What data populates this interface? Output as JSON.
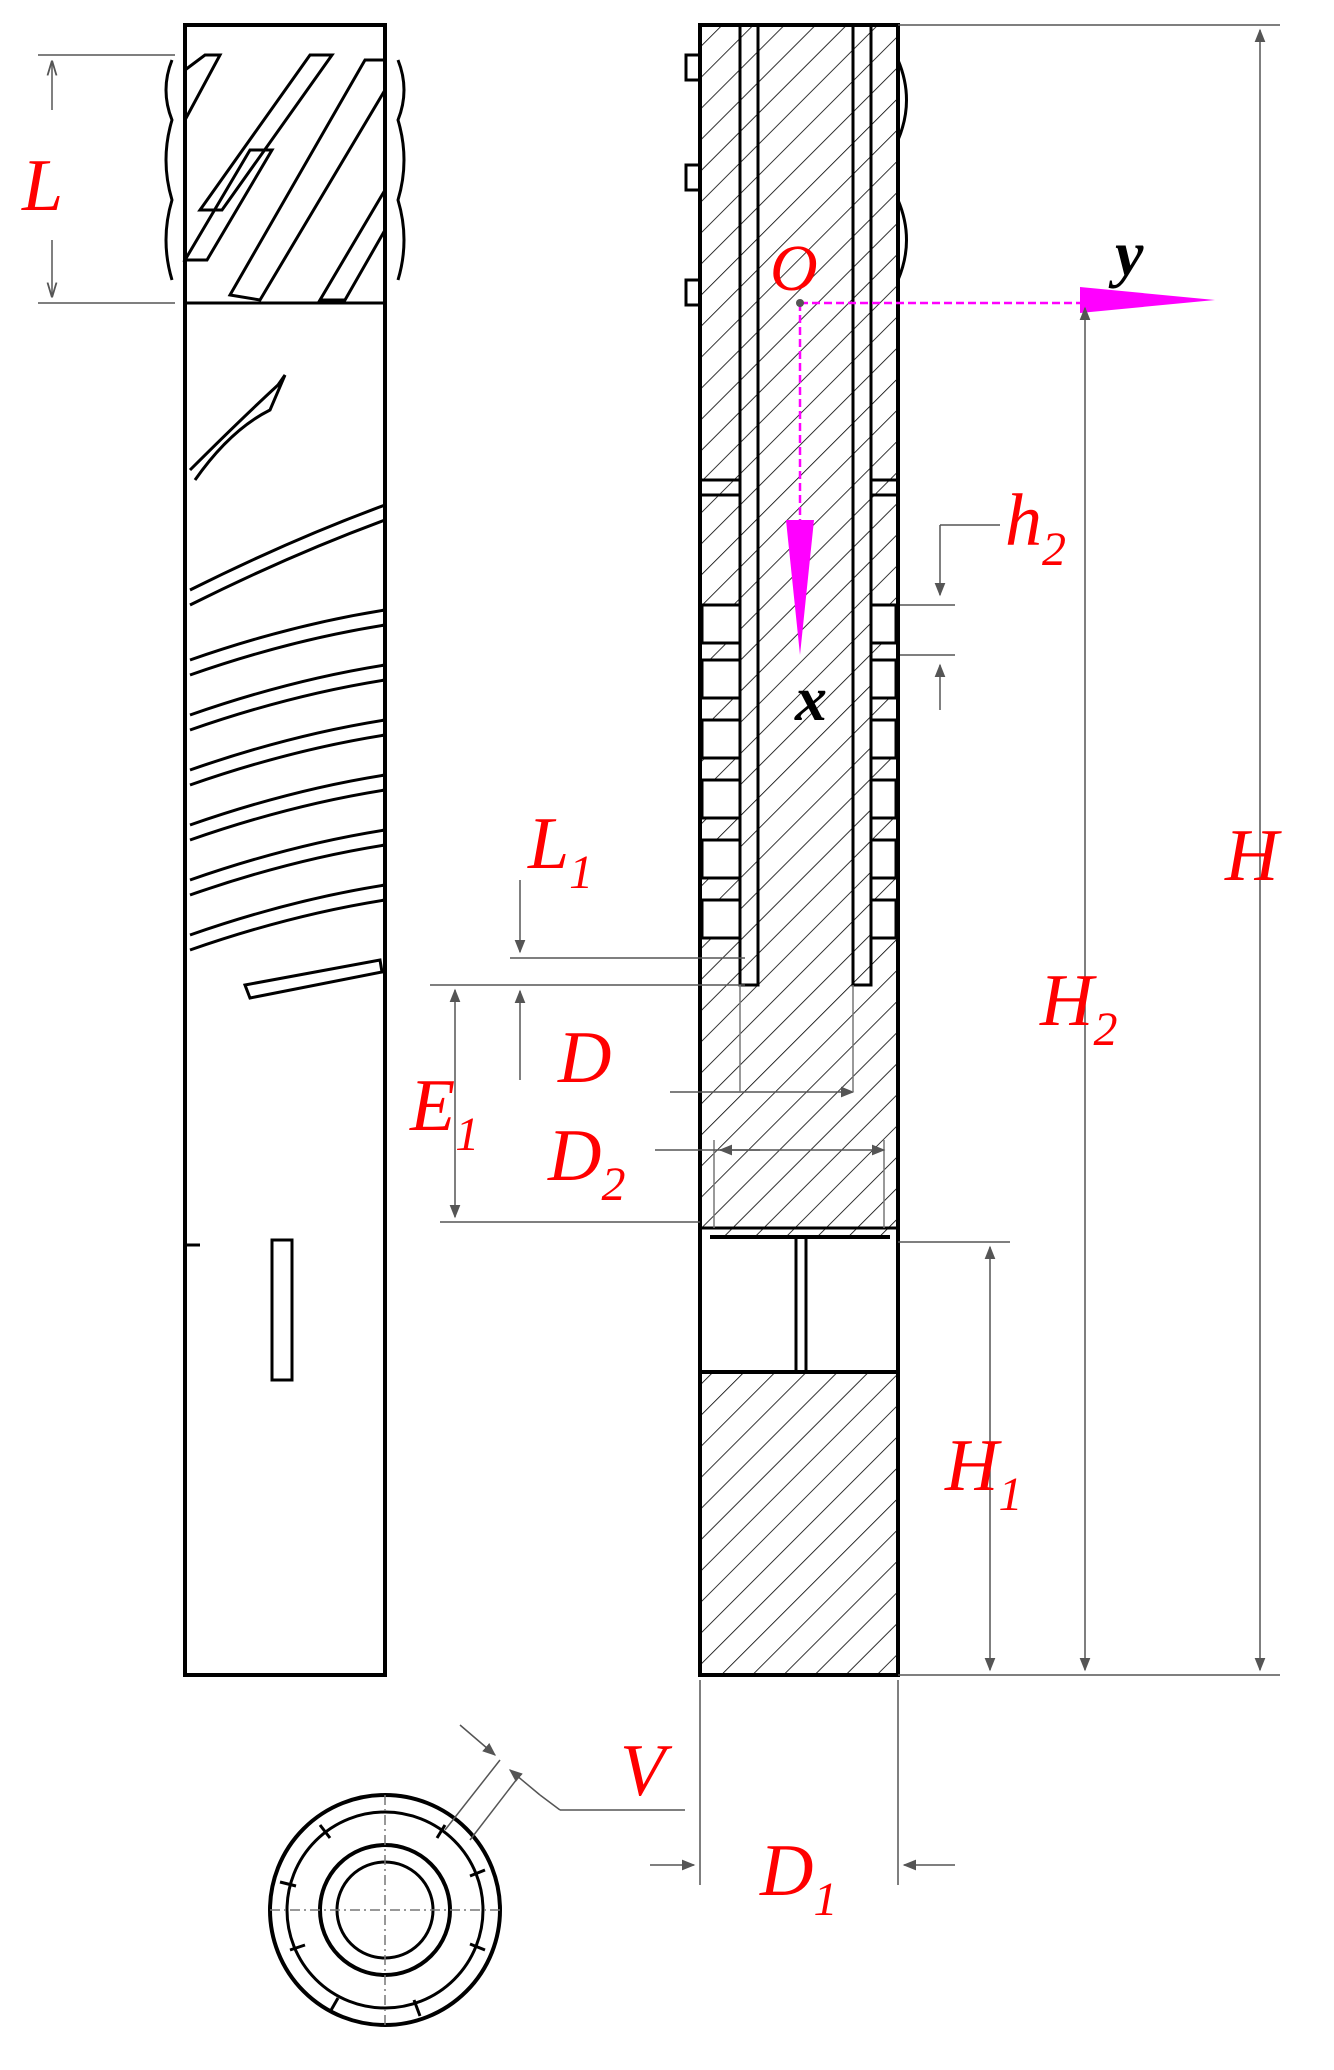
{
  "labels": {
    "L": "L",
    "H": "H",
    "H2_main": "H",
    "H2_sub": "2",
    "H1_main": "H",
    "H1_sub": "1",
    "L1_main": "L",
    "L1_sub": "1",
    "E1_main": "E",
    "E1_sub": "1",
    "D": "D",
    "D2_main": "D",
    "D2_sub": "2",
    "D1_main": "D",
    "D1_sub": "1",
    "h2_main": "h",
    "h2_sub": "2",
    "V": "V",
    "origin": "O",
    "x_axis": "x",
    "y_axis": "y"
  },
  "colors": {
    "label": "#ff0000",
    "axis": "#ff00ff",
    "line": "#000000",
    "dimension": "#555555"
  }
}
